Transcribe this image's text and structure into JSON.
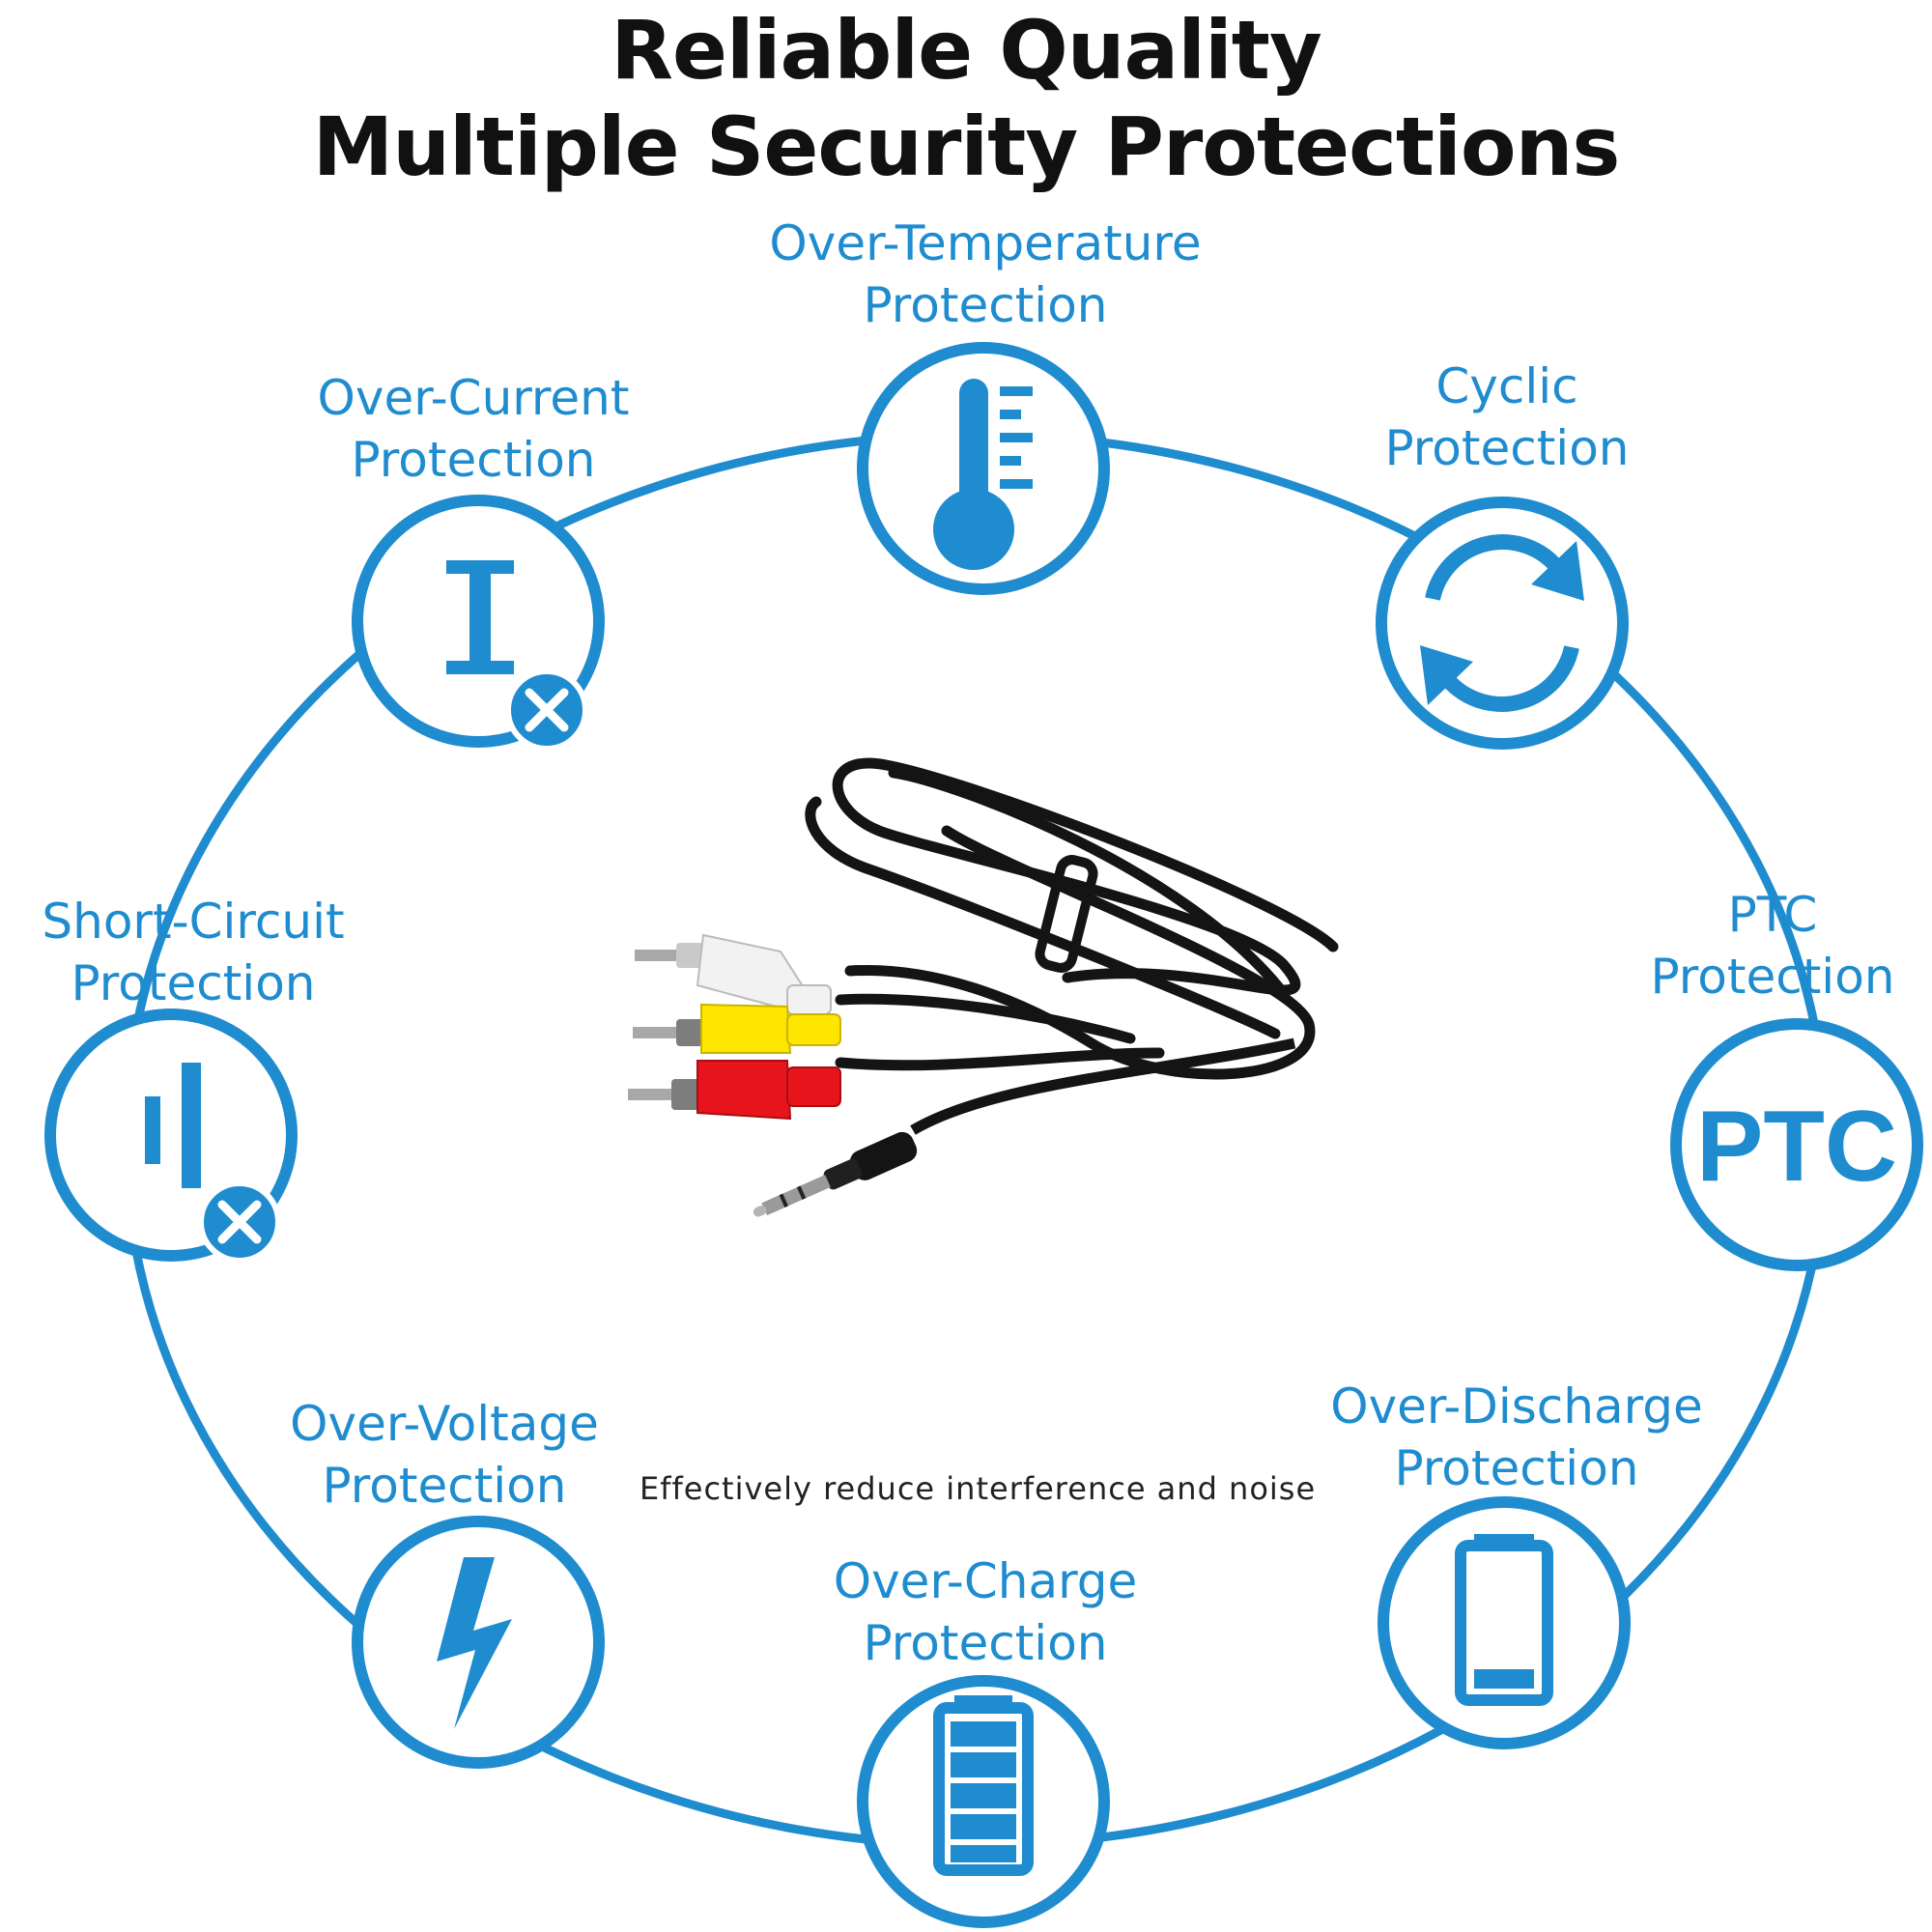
{
  "title": {
    "line1": "Reliable Quality",
    "line2": "Multiple Security Protections"
  },
  "protections": [
    {
      "line1": "Over-Temperature",
      "line2": "Protection",
      "icon": "thermometer-icon"
    },
    {
      "line1": "Cyclic",
      "line2": "Protection",
      "icon": "cycle-arrows-icon"
    },
    {
      "line1": "PTC",
      "line2": "Protection",
      "icon": "ptc-icon",
      "icon_text": "PTC"
    },
    {
      "line1": "Over-Discharge",
      "line2": "Protection",
      "icon": "low-battery-icon"
    },
    {
      "line1": "Over-Charge",
      "line2": "Protection",
      "icon": "full-battery-icon"
    },
    {
      "line1": "Over-Voltage",
      "line2": "Protection",
      "icon": "lightning-icon"
    },
    {
      "line1": "Short-Circuit",
      "line2": "Protection",
      "icon": "short-circuit-x-icon"
    },
    {
      "line1": "Over-Current",
      "line2": "Protection",
      "icon": "current-i-x-icon"
    }
  ],
  "tagline": "Effectively reduce interference and noise",
  "colors": {
    "accent": "#1e8ccf",
    "title": "#111111",
    "cable": "#141414",
    "plug_white": "#f2f2f2",
    "plug_yellow": "#ffe600",
    "plug_red": "#e8141c"
  }
}
